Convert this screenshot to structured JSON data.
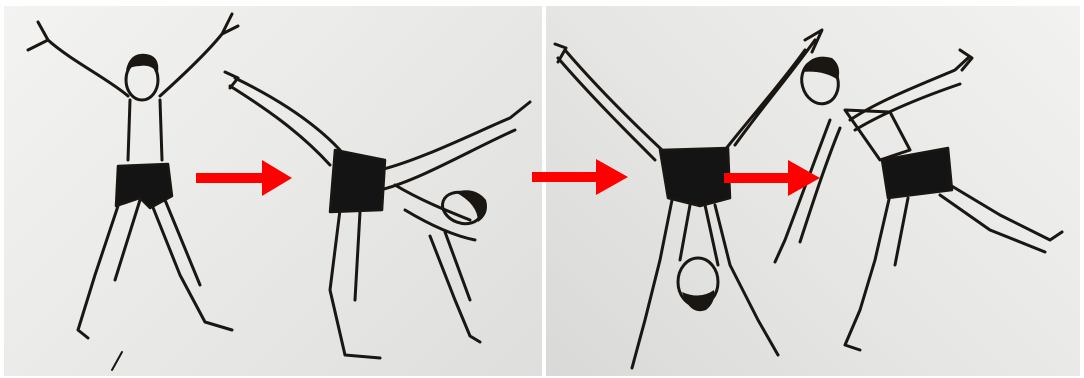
{
  "scene": {
    "subject": "cartwheel-sequence",
    "figures": [
      "standing-star",
      "side-tilt",
      "handstand-straddle",
      "landing"
    ],
    "arrow_color": "#ff0000",
    "arrow_count": 3
  }
}
